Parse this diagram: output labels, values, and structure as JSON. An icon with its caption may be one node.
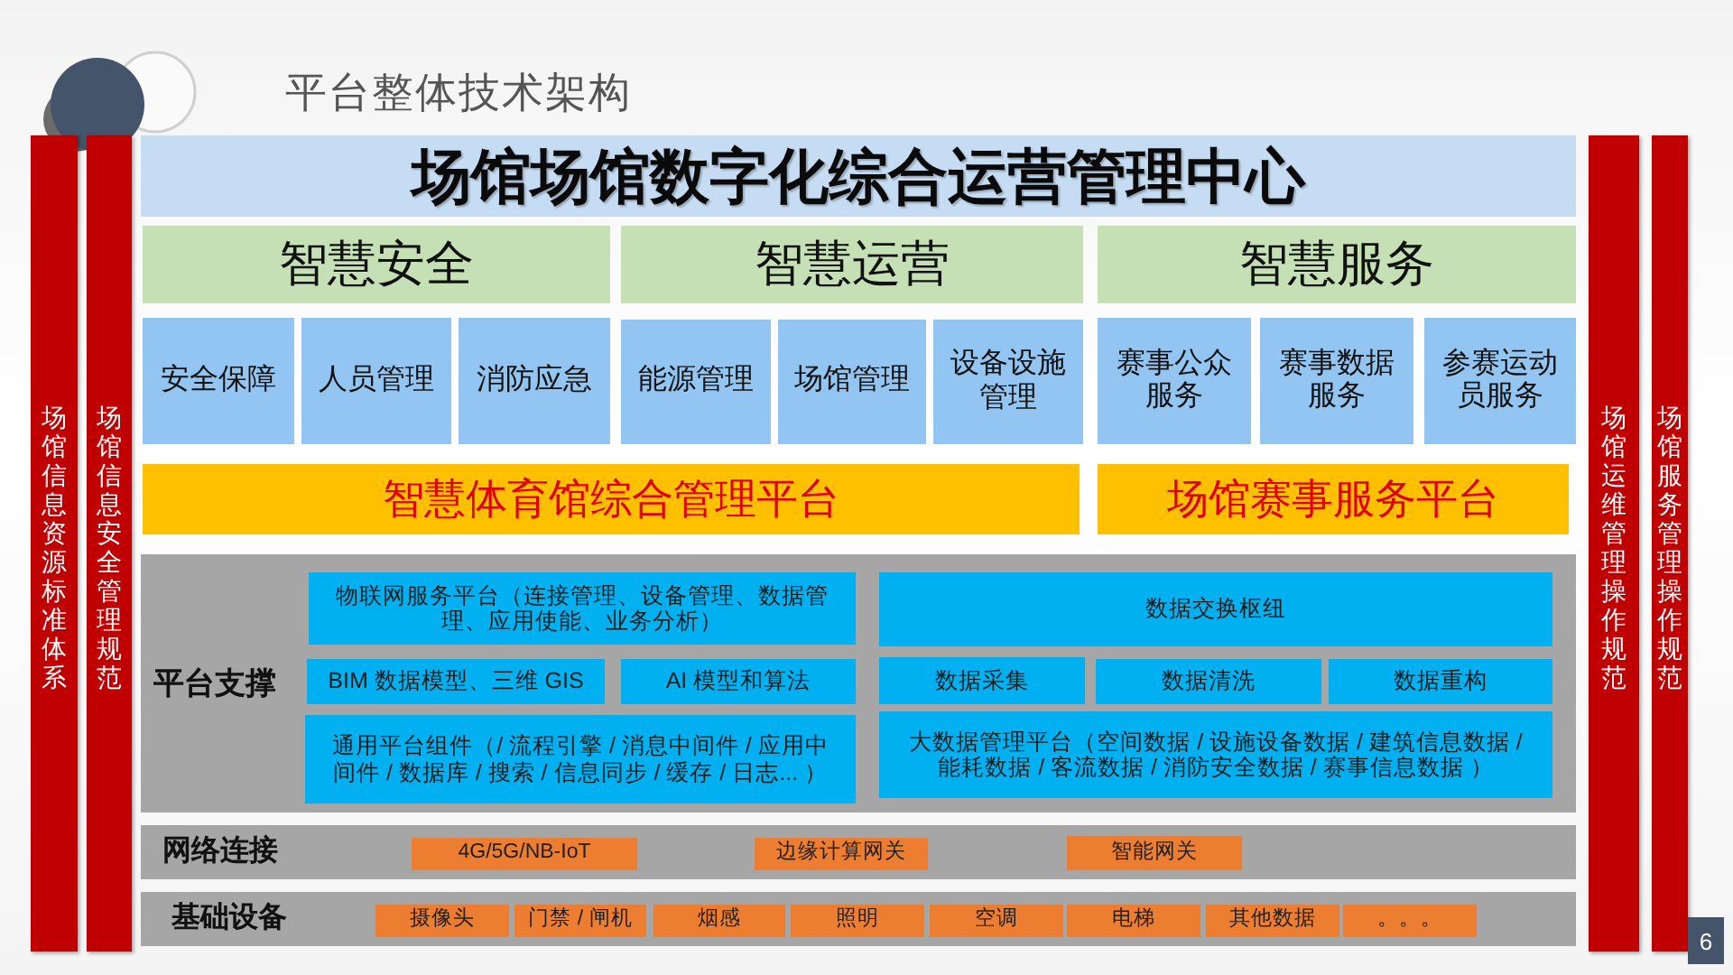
{
  "diagram": {
    "title": "平台整体技术架构",
    "nodes": [
      {
        "text": [
          "场馆信息资源标准体系"
        ]
      },
      {
        "text": [
          "场馆信息安全管理规范"
        ]
      },
      {
        "text": [
          "场馆场馆数字化综合运营管理中心"
        ]
      },
      {
        "text": [
          "智慧安全"
        ]
      },
      {
        "text": [
          "智慧运营"
        ]
      },
      {
        "text": [
          "智慧服务"
        ]
      },
      {
        "text": [
          "安全保障"
        ]
      },
      {
        "text": [
          "人员管理"
        ]
      },
      {
        "text": [
          "消防应急"
        ]
      },
      {
        "text": [
          "能源管理"
        ]
      },
      {
        "text": [
          "场馆管理"
        ]
      },
      {
        "text": [
          "设备设施管理"
        ]
      },
      {
        "text": [
          "赛事公众服务"
        ]
      },
      {
        "text": [
          "赛事数据服务"
        ]
      },
      {
        "text": [
          "参赛运动员服务"
        ]
      },
      {
        "text": [
          "智慧体育馆综合管理平台"
        ]
      },
      {
        "text": [
          "场馆赛事服务平台"
        ]
      },
      {
        "text": [
          "平台支撑"
        ]
      },
      {
        "text": [
          "物联网服务平台（连接管理、设备管理、数据管理、应用使能、业务分析）"
        ],
        "in": 17
      },
      {
        "text": [
          "数据交换枢纽"
        ],
        "in": 17
      },
      {
        "text": [
          "BIM 数据模型、三维 GIS"
        ],
        "in": 17
      },
      {
        "text": [
          "AI 模型和算法"
        ],
        "in": 17
      },
      {
        "text": [
          "数据采集"
        ],
        "in": 17
      },
      {
        "text": [
          "数据清洗"
        ],
        "in": 17
      },
      {
        "text": [
          "数据重构"
        ],
        "in": 17
      },
      {
        "text": [
          "通用平台组件（/ 流程引擎 / 消息中间件 / 应用中间件 / 数据库 / 搜索 / 信息同步 / 缓存 / 日志... ）"
        ],
        "in": 17
      },
      {
        "text": [
          "大数据管理平台（空间数据 / 设施设备数据 / 建筑信息数据 / 能耗数据 / 客流数据 / 消防安全数据 / 赛事信息数据 ）"
        ],
        "in": 17
      },
      {
        "text": [
          "网络连接"
        ]
      },
      {
        "text": [
          "4G/5G/NB-IoT"
        ],
        "in": 27
      },
      {
        "text": [
          "边缘计算网关"
        ],
        "in": 27
      },
      {
        "text": [
          "智能网关"
        ],
        "in": 27
      },
      {
        "text": [
          "基础设备"
        ]
      },
      {
        "text": [
          "摄像头"
        ],
        "in": 31
      },
      {
        "text": [
          "门禁 / 闸机"
        ],
        "in": 31
      },
      {
        "text": [
          "烟感"
        ],
        "in": 31
      },
      {
        "text": [
          "照明"
        ],
        "in": 31
      },
      {
        "text": [
          "空调"
        ],
        "in": 31
      },
      {
        "text": [
          "电梯"
        ],
        "in": 31
      },
      {
        "text": [
          "其他数据"
        ],
        "in": 31
      },
      {
        "text": [
          "。。。"
        ],
        "in": 31
      },
      {
        "text": [
          "场馆运维管理操作规范"
        ]
      },
      {
        "text": [
          "场馆服务管理操作规范"
        ]
      }
    ],
    "labels": [
      "6"
    ]
  }
}
